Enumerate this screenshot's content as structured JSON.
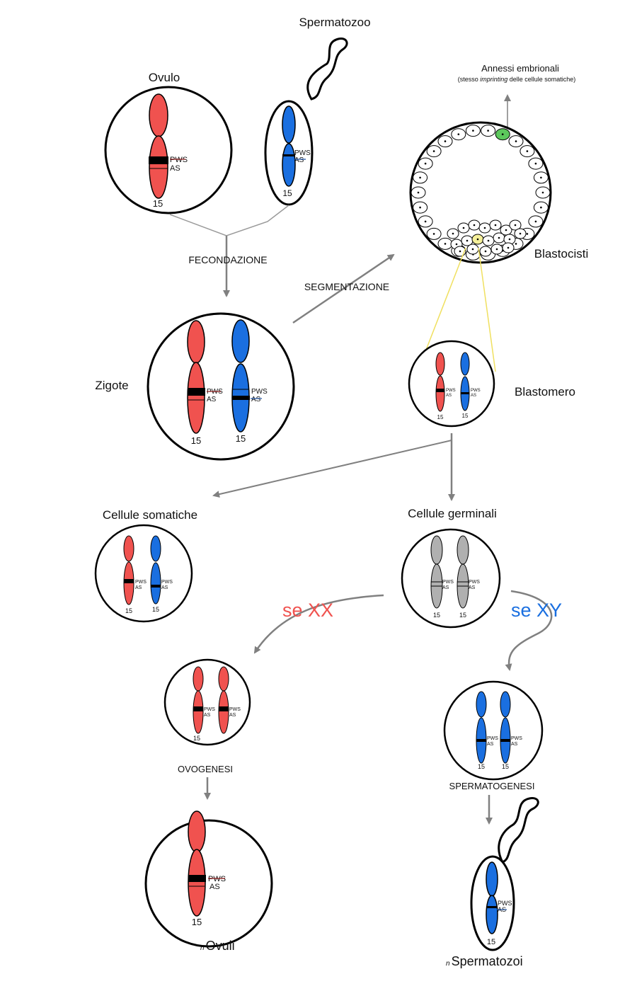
{
  "labels": {
    "spermatozoo": "Spermatozoo",
    "ovulo": "Ovulo",
    "fecondazione": "FECONDAZIONE",
    "segmentazione": "SEGMENTAZIONE",
    "zigote": "Zigote",
    "annessi_title": "Annessi embrionali",
    "annessi_sub_pre": "(stesso ",
    "annessi_sub_em": "imprinting",
    "annessi_sub_post": " delle cellule somatiche)",
    "blastocisti": "Blastocisti",
    "blastomero": "Blastomero",
    "cellule_somatiche": "Cellule somatiche",
    "cellule_germinali": "Cellule germinali",
    "se_xx": "se XX",
    "se_xy": "se XY",
    "ovogenesi": "OVOGENESI",
    "spermatogenesi": "SPERMATOGENESI",
    "n_prefix": "n",
    "ovuli": "Ovuli",
    "spermatozoi": "Spermatozoi"
  },
  "chromosome": {
    "number": "15",
    "pws": "PWS",
    "as": "AS"
  },
  "colors": {
    "maternal": "#f0524f",
    "paternal": "#1a6fe0",
    "germinal": "#b0b0b0",
    "arrow": "#808080",
    "se_xx": "#f0524f",
    "se_xy": "#1a6fe0",
    "silenced_maternal": "#8b1a1a",
    "silenced_paternal": "#1a4fa0",
    "annessi_cell": "#5cc85c",
    "blastomere_cell": "#f5f09a"
  }
}
